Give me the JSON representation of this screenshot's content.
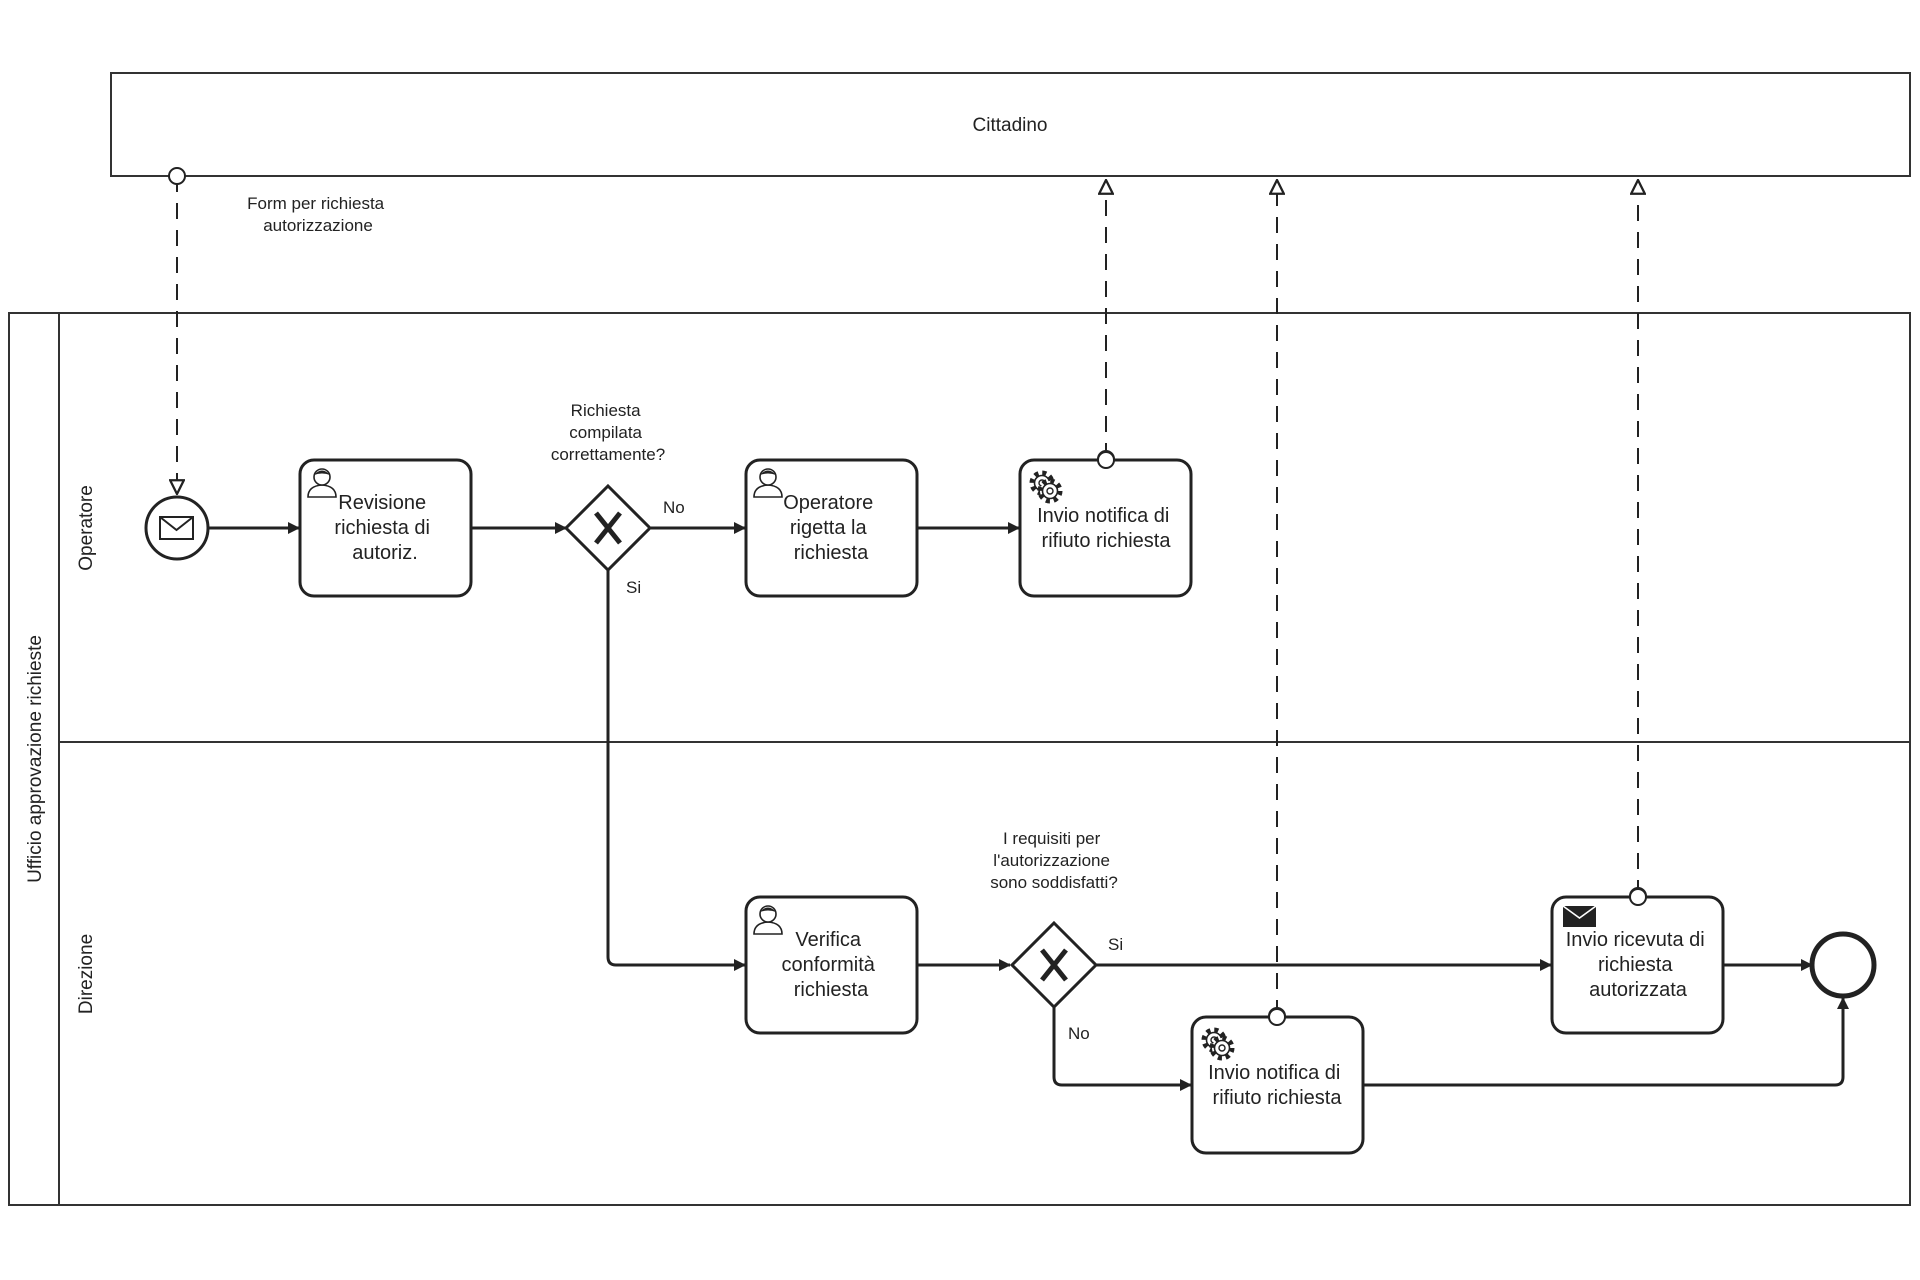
{
  "pool_external": {
    "label": "Cittadino"
  },
  "pool_main": {
    "label": "Ufficio approvazione richieste"
  },
  "lanes": {
    "top": "Operatore",
    "bottom": "Direzione"
  },
  "start_message": {
    "label": "Form per richiesta autorizzazione",
    "lines": [
      "Form per richiesta",
      "autorizzazione"
    ]
  },
  "tasks": {
    "revisione": {
      "type": "user",
      "label": "Revisione richiesta di autoriz.",
      "lines": [
        "Revisione",
        "richiesta di",
        "autoriz."
      ]
    },
    "rigetta": {
      "type": "user",
      "label": "Operatore rigetta la richiesta",
      "lines": [
        "Operatore",
        "rigetta la",
        "richiesta"
      ]
    },
    "notifica_top": {
      "type": "service",
      "label": "Invio notifica di rifiuto richiesta",
      "lines": [
        "Invio notifica di",
        "rifiuto richiesta"
      ]
    },
    "verifica": {
      "type": "user",
      "label": "Verifica conformità richiesta",
      "lines": [
        "Verifica",
        "conformità",
        "richiesta"
      ]
    },
    "notifica_bottom": {
      "type": "service",
      "label": "Invio notifica di rifiuto richiesta",
      "lines": [
        "Invio notifica di",
        "rifiuto richiesta"
      ]
    },
    "ricevuta": {
      "type": "send",
      "label": "Invio ricevuta di richiesta autorizzata",
      "lines": [
        "Invio ricevuta di",
        "richiesta",
        "autorizzata"
      ]
    }
  },
  "gateways": {
    "g1": {
      "question": "Richiesta compilata correttamente?",
      "lines": [
        "Richiesta",
        "compilata",
        "correttamente?"
      ],
      "yes": "Si",
      "no": "No"
    },
    "g2": {
      "question": "I requisiti per l'autorizzazione sono soddisfatti?",
      "lines": [
        "I requisiti per",
        "l'autorizzazione",
        "sono soddisfatti?"
      ],
      "yes": "Si",
      "no": "No"
    }
  },
  "icons": {
    "start_event": "envelope-icon",
    "user_task": "user-icon",
    "service_task": "gear-icon",
    "send_task": "envelope-filled-icon",
    "gateway_marker": "x-mark-icon"
  }
}
